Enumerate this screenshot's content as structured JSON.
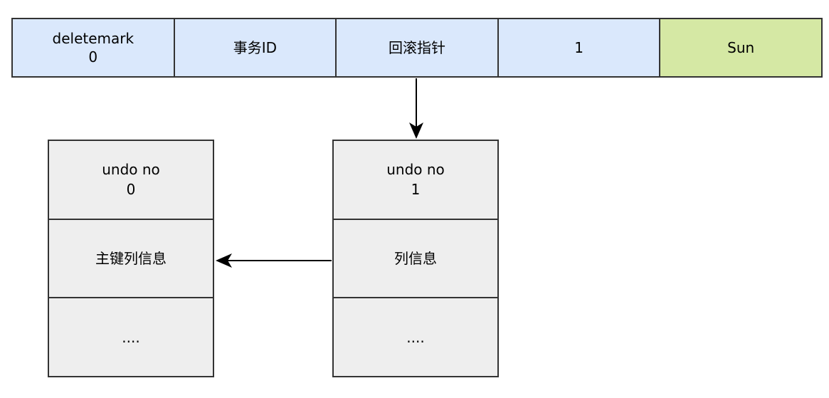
{
  "record": {
    "cells": [
      {
        "line1": "deletemark",
        "line2": "0",
        "color": "#dae8fc"
      },
      {
        "line1": "事务ID",
        "line2": "",
        "color": "#dae8fc"
      },
      {
        "line1": "回滚指针",
        "line2": "",
        "color": "#dae8fc"
      },
      {
        "line1": "1",
        "line2": "",
        "color": "#dae8fc"
      },
      {
        "line1": "Sun",
        "line2": "",
        "color": "#d5e8a4"
      }
    ]
  },
  "undo_logs": [
    {
      "undo_no_label": "undo no",
      "undo_no_value": "0",
      "info": "主键列信息",
      "ellipsis": "...."
    },
    {
      "undo_no_label": "undo no",
      "undo_no_value": "1",
      "info": "列信息",
      "ellipsis": "...."
    }
  ],
  "colors": {
    "record_fill": "#dae8fc",
    "highlight_fill": "#d5e8a4",
    "undo_fill": "#eeeeee",
    "stroke": "#333333"
  }
}
